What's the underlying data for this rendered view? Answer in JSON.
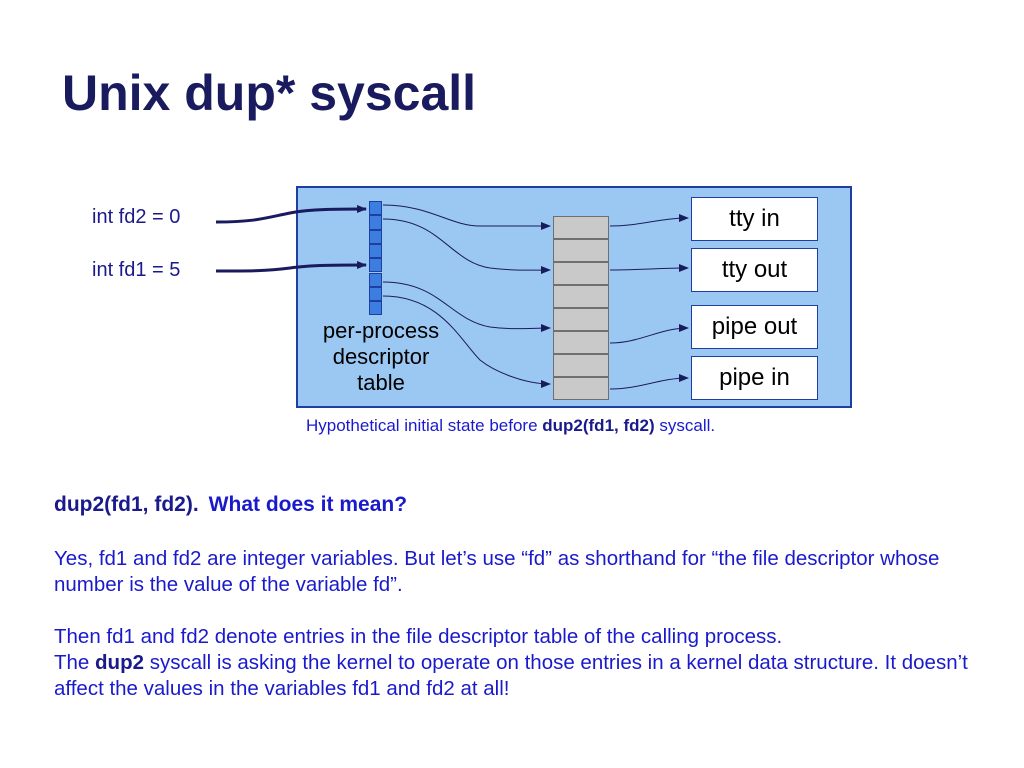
{
  "slide": {
    "title": "Unix dup* syscall"
  },
  "diagram": {
    "variables": [
      {
        "label": "int fd2 = 0"
      },
      {
        "label": "int fd1 = 5"
      }
    ],
    "descriptor_table_label": [
      "per-process",
      "descriptor",
      "table"
    ],
    "open_files": [
      "tty in",
      "tty out",
      "pipe out",
      "pipe in"
    ],
    "caption": {
      "before": "Hypothetical initial state before ",
      "code": "dup2(fd1, fd2)",
      "after": " syscall."
    },
    "colors": {
      "background_panel": "#9ac8f2",
      "descriptor_cells": "#3c7de0",
      "kernel_table_cells": "#c9c9c9",
      "arrows": "#1a1a5e"
    }
  },
  "body": {
    "question": {
      "code": "dup2(fd1, fd2)",
      "dot": ".",
      "ask": "What does it mean?"
    },
    "paragraph1": "Yes, fd1 and fd2 are integer variables.  But let’s use “fd” as shorthand for “the file descriptor whose number is the value of the variable fd”.",
    "paragraph2_line1": "Then fd1 and fd2 denote entries in the file descriptor table of the calling process.",
    "paragraph2_the": "The ",
    "paragraph2_code": "dup2",
    "paragraph2_rest": " syscall is asking the kernel to operate on those entries in a kernel data structure.  It doesn’t affect the values in the variables fd1 and fd2 at all!"
  }
}
